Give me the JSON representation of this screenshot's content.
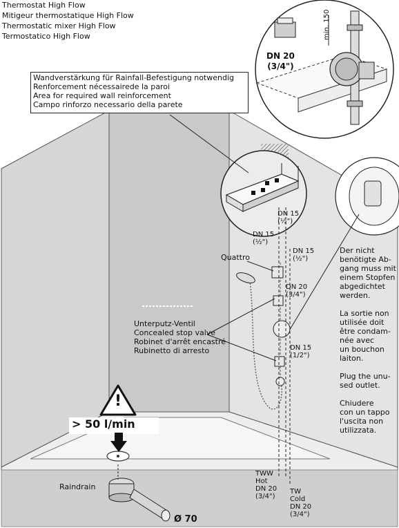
{
  "product_titles": [
    "Thermostat High Flow",
    "Mitigeur thermostatique High Flow",
    "Thermostatic mixer High Flow",
    "Termostatico High Flow"
  ],
  "reinforcement_note": [
    "Wandverstärkung für Rainfall-Befestigung notwendig",
    "Renforcement nécessairede la paroi",
    "Area for required wall reinforcement",
    "Campo rinforzo necessario della parete"
  ],
  "detail": {
    "dn_label": "DN 20",
    "dn_inch": "(3/4\")",
    "min_label": "min. 150"
  },
  "labels": {
    "quattro": "Quattro",
    "dn15_a": "DN 15",
    "dn15_a_inch": "(½\")",
    "dn15_b": "DN 15",
    "dn15_b_inch": "(½\")",
    "dn15_c": "DN 15",
    "dn15_c_inch": "(½\")",
    "dn20_mid": "DN 20",
    "dn20_mid_inch": "(3/4\")",
    "dn15_low": "DN 15",
    "dn15_low_inch": "(1/2\")"
  },
  "stop_valve": [
    "Unterputz-Ventil",
    "Concealed stop valve",
    "Robinet d'arrêt encastré",
    "Rubinetto di arresto"
  ],
  "outlet_note": [
    "Der nicht",
    "benötigte Ab-",
    "gang muss mit",
    "einem Stopfen",
    "abgedichtet",
    "werden.",
    "",
    "La sortie non",
    "utilisée doit",
    "être condam-",
    "née avec",
    "un bouchon",
    "laiton.",
    "",
    "Plug the unu-",
    "sed outlet.",
    "",
    "Chiudere",
    "con un tappo",
    "l'uscita non",
    "utilizzata."
  ],
  "flow": {
    "warning_symbol": "!",
    "rate": "> 50 l/min"
  },
  "raindrain": "Raindrain",
  "diameter": "Ø 70",
  "hot": [
    "TWW",
    "Hot",
    "DN 20",
    "(3/4\")"
  ],
  "cold": [
    "TW",
    "Cold",
    "DN 20",
    "(3/4\")"
  ],
  "icons": [
    "warning-triangle-icon",
    "down-arrow-icon",
    "diameter-icon"
  ]
}
